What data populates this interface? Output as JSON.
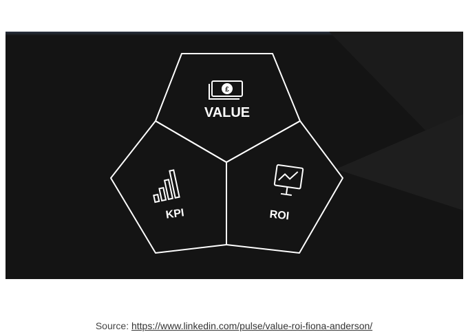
{
  "diagram": {
    "segments": [
      {
        "label": "VALUE",
        "icon": "banknote-pound-icon"
      },
      {
        "label": "KPI",
        "icon": "bar-chart-icon"
      },
      {
        "label": "ROI",
        "icon": "monitor-line-chart-icon"
      }
    ],
    "colors": {
      "background": "#141414",
      "stroke": "#ffffff",
      "link": "#333333"
    }
  },
  "caption": {
    "prefix": "Source: ",
    "link_text": "https://www.linkedin.com/pulse/value-roi-fiona-anderson/"
  }
}
